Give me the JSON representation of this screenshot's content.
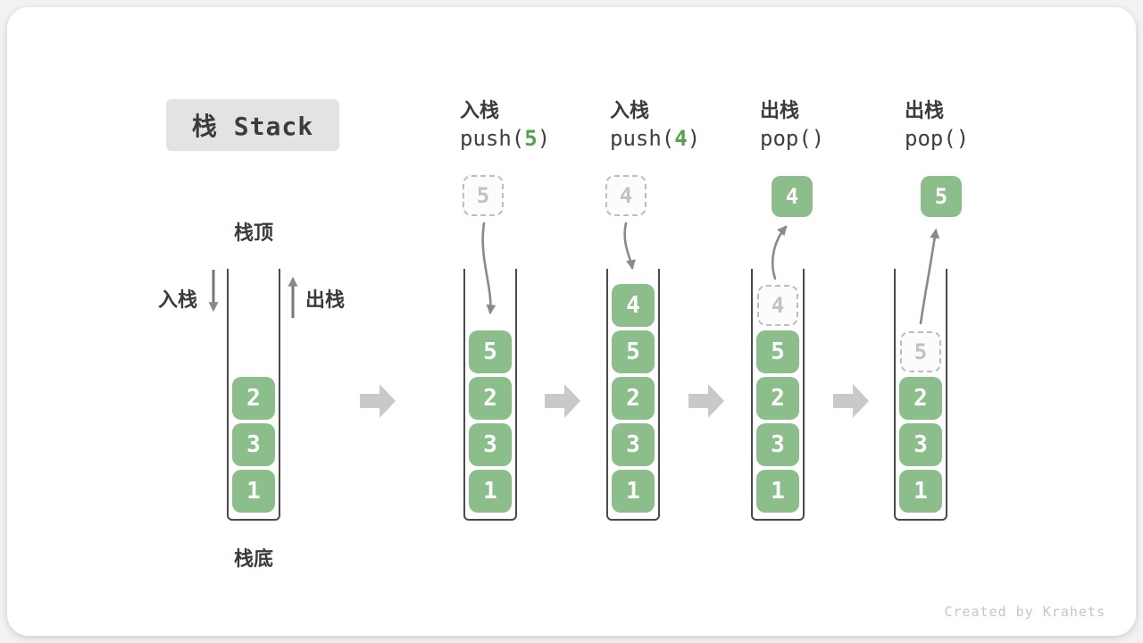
{
  "title": {
    "text": "栈 Stack"
  },
  "stack_labels": {
    "top": "栈顶",
    "bottom": "栈底",
    "push": "入栈",
    "pop": "出栈"
  },
  "watermark": "Created by Krahets",
  "colors": {
    "cell_green": "#8CBE8C",
    "code_green": "#57A14E",
    "curve_arrow": "#8A8A8A",
    "block_arrow": "#C9C9C9",
    "container_line": "#4A4A4A",
    "title_bg": "#E3E3E3"
  },
  "columns": [
    {
      "name": "initial-stack",
      "cells": [
        {
          "value": "2"
        },
        {
          "value": "3"
        },
        {
          "value": "1"
        }
      ]
    },
    {
      "name": "push-5",
      "op_cn": "入栈",
      "code_pre": "push(",
      "code_arg": "5",
      "code_post": ")",
      "floating": {
        "value": "5",
        "style": "dashed"
      },
      "cells": [
        {
          "value": "5"
        },
        {
          "value": "2"
        },
        {
          "value": "3"
        },
        {
          "value": "1"
        }
      ]
    },
    {
      "name": "push-4",
      "op_cn": "入栈",
      "code_pre": "push(",
      "code_arg": "4",
      "code_post": ")",
      "floating": {
        "value": "4",
        "style": "dashed"
      },
      "cells": [
        {
          "value": "4"
        },
        {
          "value": "5"
        },
        {
          "value": "2"
        },
        {
          "value": "3"
        },
        {
          "value": "1"
        }
      ]
    },
    {
      "name": "pop-4",
      "op_cn": "出栈",
      "code": "pop()",
      "floating": {
        "value": "4",
        "style": "solid"
      },
      "cells": [
        {
          "value": "4",
          "style": "dashed"
        },
        {
          "value": "5"
        },
        {
          "value": "2"
        },
        {
          "value": "3"
        },
        {
          "value": "1"
        }
      ]
    },
    {
      "name": "pop-5",
      "op_cn": "出栈",
      "code": "pop()",
      "floating": {
        "value": "5",
        "style": "solid"
      },
      "cells": [
        {
          "value": "5",
          "style": "dashed"
        },
        {
          "value": "2"
        },
        {
          "value": "3"
        },
        {
          "value": "1"
        }
      ]
    }
  ]
}
